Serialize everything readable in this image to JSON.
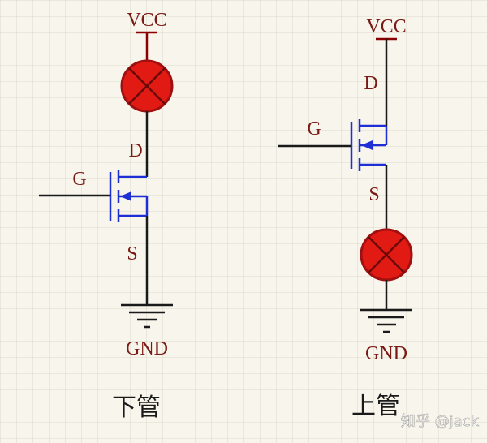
{
  "labels": {
    "vcc": "VCC",
    "gnd": "GND",
    "drain": "D",
    "source": "S",
    "gate": "G"
  },
  "captions": {
    "low_side": "下管",
    "high_side": "上管"
  },
  "watermark": "知乎 @jack",
  "colors": {
    "wire": "#1a1a1a",
    "wire_red": "#8b0000",
    "mosfet": "#1f2fd6",
    "lamp_fill": "#e21a14",
    "lamp_stroke": "#a01010",
    "label": "#7a1a14"
  }
}
